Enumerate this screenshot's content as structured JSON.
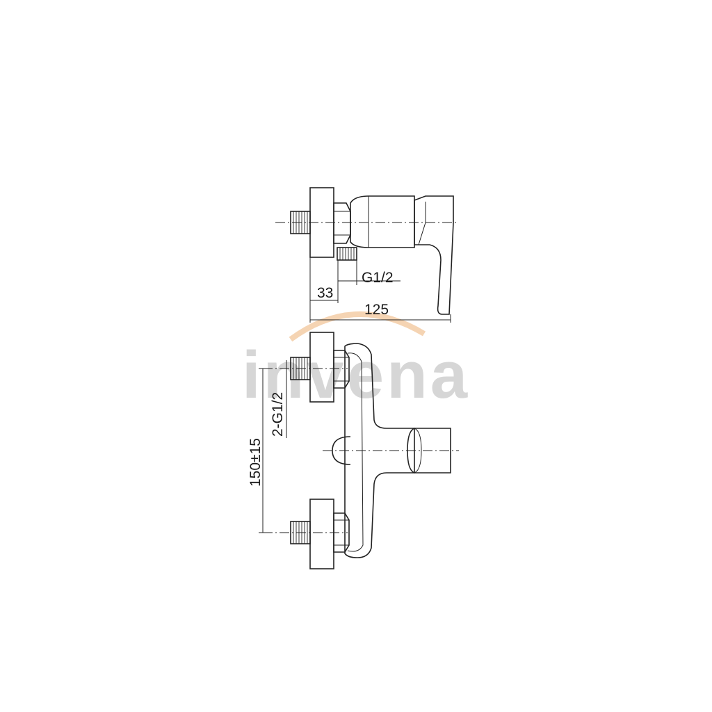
{
  "watermark": {
    "text": "invena",
    "arc_color": "#f3c9a0",
    "text_color": "#c9c9c9"
  },
  "side_view": {
    "dim_connection": "G1/2",
    "dim_depth": "33",
    "dim_total": "125"
  },
  "front_view": {
    "dim_connections": "2-G1/2",
    "dim_spacing": "150±15"
  },
  "colors": {
    "line": "#222222",
    "background": "#ffffff"
  }
}
